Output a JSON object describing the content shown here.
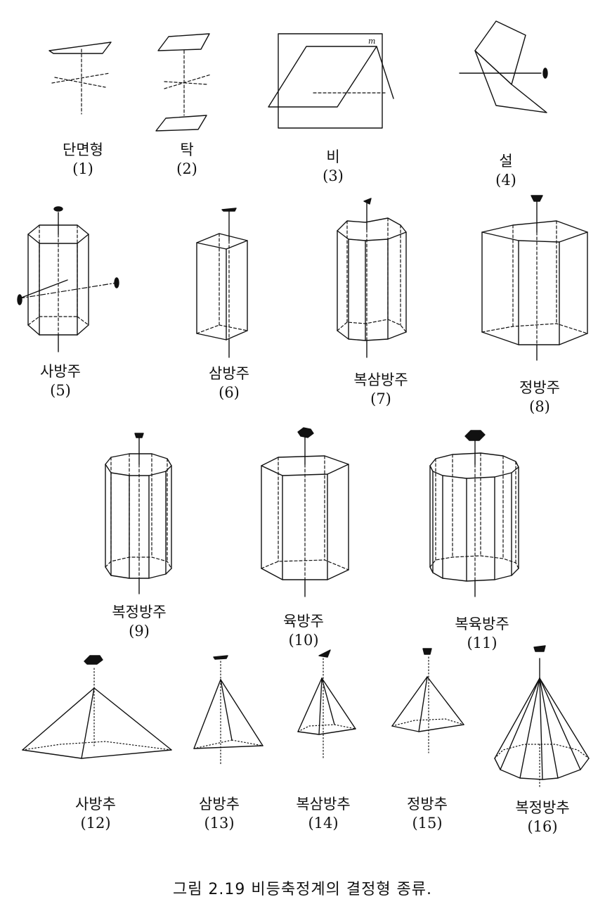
{
  "figure": {
    "caption": "그림 2.19  비등축정계의 결정형 종류.",
    "plane_mark": "m",
    "forms": [
      {
        "name": "단면형",
        "num": "(1)"
      },
      {
        "name": "탁",
        "num": "(2)"
      },
      {
        "name": "비",
        "num": "(3)"
      },
      {
        "name": "설",
        "num": "(4)"
      },
      {
        "name": "사방주",
        "num": "(5)"
      },
      {
        "name": "삼방주",
        "num": "(6)"
      },
      {
        "name": "복삼방주",
        "num": "(7)"
      },
      {
        "name": "정방주",
        "num": "(8)"
      },
      {
        "name": "복정방주",
        "num": "(9)"
      },
      {
        "name": "육방주",
        "num": "(10)"
      },
      {
        "name": "복육방주",
        "num": "(11)"
      },
      {
        "name": "사방추",
        "num": "(12)"
      },
      {
        "name": "삼방추",
        "num": "(13)"
      },
      {
        "name": "복삼방추",
        "num": "(14)"
      },
      {
        "name": "정방추",
        "num": "(15)"
      },
      {
        "name": "복정방추",
        "num": "(16)"
      }
    ]
  }
}
